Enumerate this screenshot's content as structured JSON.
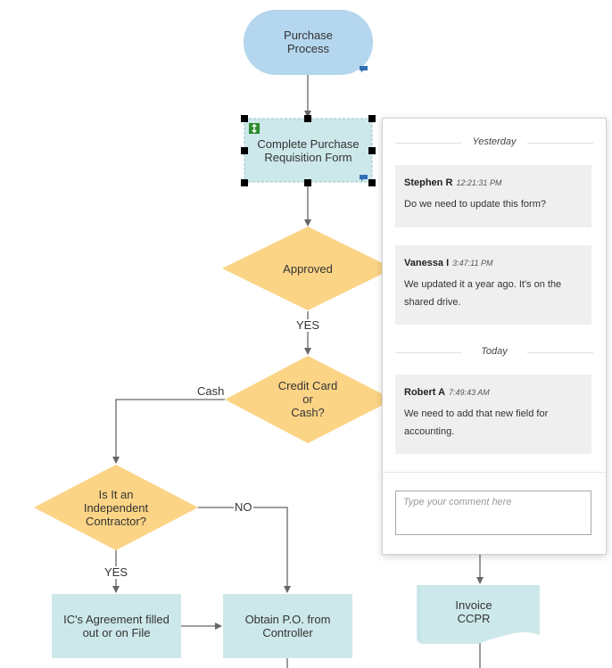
{
  "flowchart": {
    "start": "Purchase\nProcess",
    "requisition": "Complete Purchase\nRequisition Form",
    "approved": "Approved",
    "payment": "Credit Card\nor\nCash?",
    "contractor": "Is It an\nIndependent\nContractor?",
    "ic_agreement": "IC's Agreement filled\nout or on File",
    "obtain_po": "Obtain P.O. from\nController",
    "invoice": "Invoice\nCCPR",
    "labels": {
      "yes_1": "YES",
      "cash": "Cash",
      "no": "NO",
      "yes_2": "YES"
    }
  },
  "comments": {
    "groups": [
      {
        "day": "Yesterday",
        "messages": [
          {
            "author": "Stephen R",
            "time": "12:21:31 PM",
            "text": "Do we need to update this form?"
          },
          {
            "author": "Vanessa I",
            "time": "3:47:11 PM",
            "text": "We updated it a year ago. It's on the shared drive."
          }
        ]
      },
      {
        "day": "Today",
        "messages": [
          {
            "author": "Robert A",
            "time": "7:49:43 AM",
            "text": "We need to add that new field for accounting."
          }
        ]
      }
    ],
    "input_placeholder": "Type your comment here"
  },
  "colors": {
    "start_fill": "#b4d6ee",
    "process_fill": "#cde8ea",
    "decision_fill": "#fbd486",
    "connector": "#666666",
    "selection_badge": "#2e8b2e",
    "comment_badge": "#2f6fb5"
  },
  "icons": {
    "selection_badge": "green-resize-badge-icon",
    "comment_indicator": "comment-bubble-icon"
  }
}
